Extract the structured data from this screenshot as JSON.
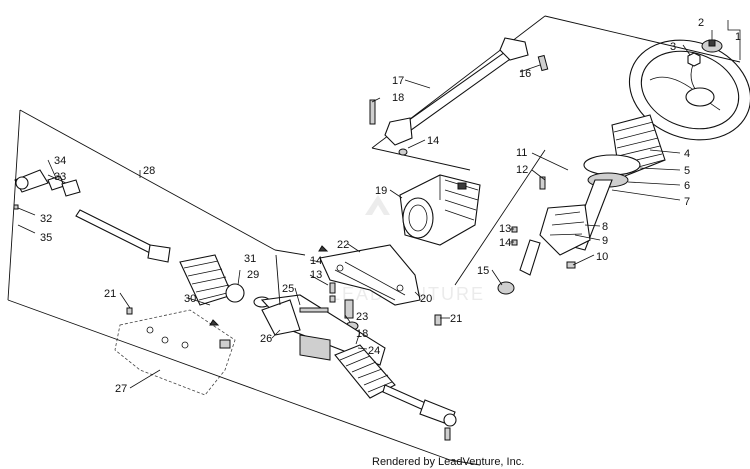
{
  "callouts": [
    "1",
    "2",
    "3",
    "4",
    "5",
    "6",
    "7",
    "8",
    "9",
    "10",
    "11",
    "12",
    "13",
    "14",
    "15",
    "16",
    "17",
    "18",
    "19",
    "20",
    "21",
    "22",
    "23",
    "24",
    "25",
    "26",
    "27",
    "28",
    "29",
    "30",
    "31",
    "32",
    "33",
    "34",
    "35"
  ],
  "credit": "Rendered by LeadVenture, Inc.",
  "watermark": "LEADVENTURE"
}
